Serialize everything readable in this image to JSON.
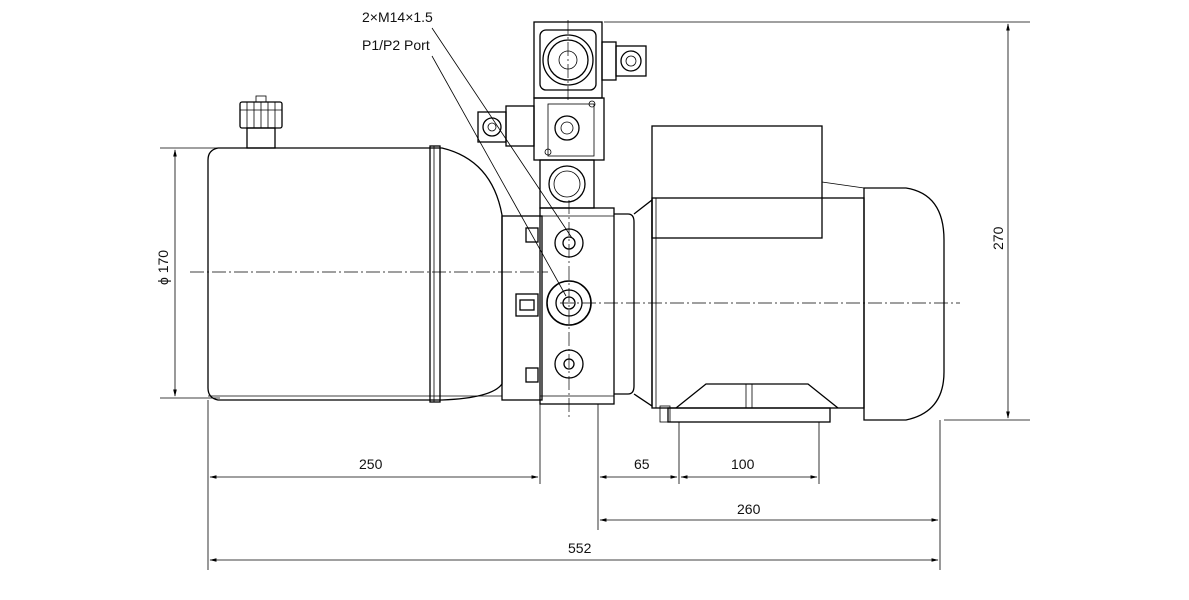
{
  "callout": {
    "thread_spec": "2×M14×1.5",
    "port_label": "P1/P2 Port"
  },
  "dimensions": {
    "diameter": "ϕ 170",
    "height": "270",
    "tank_length": "250",
    "offset": "65",
    "foot_spacing": "100",
    "motor_length": "260",
    "overall_length": "552"
  }
}
